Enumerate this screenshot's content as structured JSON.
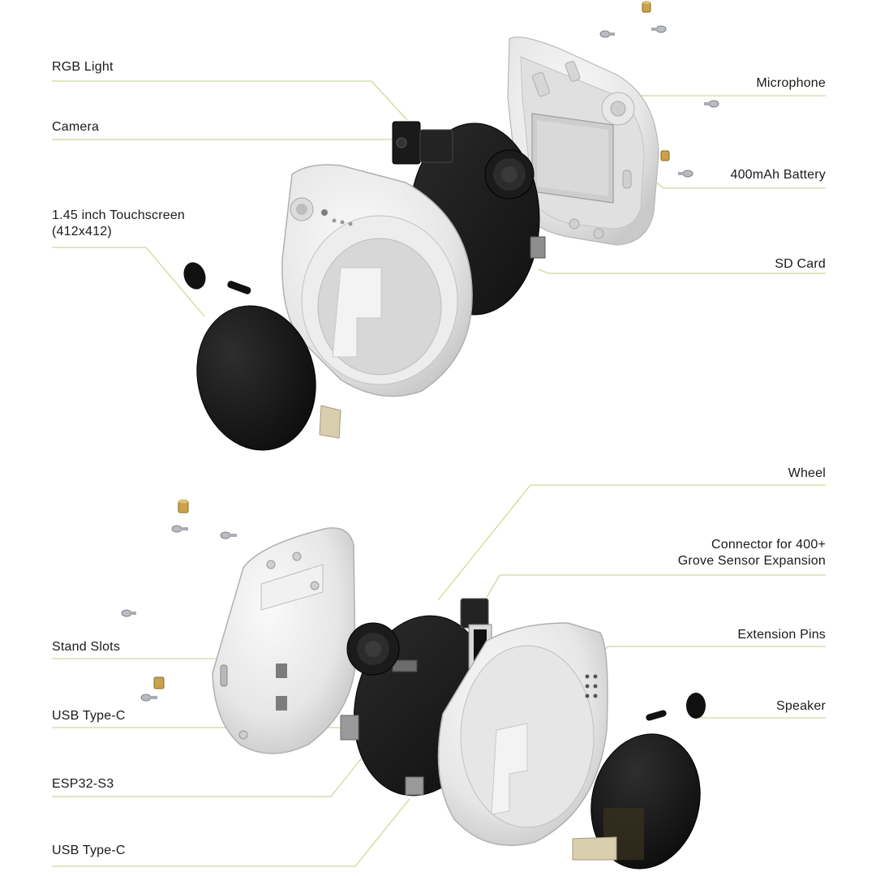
{
  "diagram": {
    "top_labels": {
      "rgb_light": "RGB Light",
      "camera": "Camera",
      "touchscreen_line1": "1.45 inch Touchscreen",
      "touchscreen_line2": "(412x412)",
      "microphone": "Microphone",
      "battery": "400mAh Battery",
      "sd_card": "SD Card"
    },
    "bottom_labels": {
      "wheel": "Wheel",
      "connector_line1": "Connector for 400+",
      "connector_line2": "Grove Sensor Expansion",
      "extension_pins": "Extension Pins",
      "speaker": "Speaker",
      "stand_slots": "Stand Slots",
      "usb_type_c_1": "USB Type-C",
      "esp32": "ESP32-S3",
      "usb_type_c_2": "USB Type-C"
    },
    "colors": {
      "leader_line": "#c8dc9a",
      "label_text": "#1a1a1a",
      "shell": "#e9e9e9",
      "shell_shadow": "#bdbdbd",
      "pcb": "#1c1c1c",
      "brass": "#c9a24a",
      "steel": "#a9adb2"
    }
  }
}
